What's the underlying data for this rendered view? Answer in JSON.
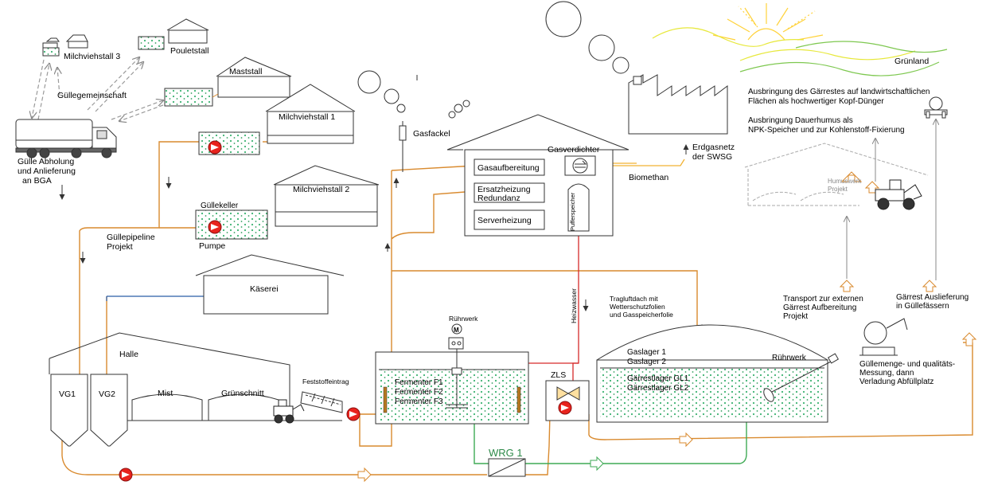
{
  "buildings": {
    "milchviehstall3": "Milchviehstall 3",
    "pouletstall": "Pouletstall",
    "maststall": "Maststall",
    "milchviehstall1": "Milchviehstall 1",
    "milchviehstall2": "Milchviehstall 2",
    "kaeserei": "Käserei",
    "halle": "Halle",
    "guellekeller": "Güllekeller",
    "humuswerk": [
      "Humuswerk",
      "Projekt"
    ]
  },
  "labels": {
    "guellegemeinschaft": "Güllegemeinschaft",
    "guelle_abholung": [
      "Gülle Abholung",
      "und Anlieferung",
      "an BGA"
    ],
    "guellepipeline": [
      "Güllepipeline",
      "Projekt"
    ],
    "pumpe": "Pumpe",
    "gasfackel": "Gasfackel",
    "gasaufbereitung": "Gasaufbereitung",
    "gasverdichter": "Gasverdichter",
    "ersatzheizung": [
      "Ersatzheizung",
      "Redundanz"
    ],
    "serverheizung": "Serverheizung",
    "pufferspeicher": "Pufferspeicher",
    "heizwasser": "Heizwasser",
    "erdgasnetz": [
      "Erdgasnetz",
      "der SWSG"
    ],
    "biomethan": "Biomethan",
    "gruenland": "Grünland",
    "ausbringung_gaerrest": [
      "Ausbringung des Gärrestes auf landwirtschaftlichen",
      "Flächen als hochwertiger Kopf-Dünger"
    ],
    "ausbringung_dauerhumus": [
      "Ausbringung Dauerhumus als",
      "NPK-Speicher und zur Kohlenstoff-Fixierung"
    ],
    "transport": [
      "Transport zur externen",
      "Gärrest Aufbereitung",
      "Projekt"
    ],
    "gaerrest_auslieferung": [
      "Gärrest Auslieferung",
      "in Güllefässern"
    ],
    "guellemenge": [
      "Güllemenge- und qualitäts-",
      "Messung, dann",
      "Verladung Abfüllplatz"
    ],
    "tragluftdach": [
      "Tragluftdach mit",
      "Wetterschutzfolien",
      "und Gasspeicherfolie"
    ],
    "ruehrwerk_fermenter": "Rührwerk",
    "ruehrwerk_lager": "Rührwerk",
    "motor_symbol": "M",
    "fermenter": [
      "Fermenter F1",
      "Fermenter F2",
      "Fermenter F3"
    ],
    "gaslager": [
      "Gaslager 1",
      "Gaslager 2"
    ],
    "gaerrestlager": [
      "Gärrestlager GL1",
      "Gärrestlager GL2"
    ],
    "zls": "ZLS",
    "vg1": "VG1",
    "vg2": "VG2",
    "mist": "Mist",
    "gruenschnitt": "Grünschnitt",
    "feststoffeintrag": "Feststoffeintrag",
    "wrg1": "WRG 1"
  },
  "colors": {
    "slurry_line": "#d98a2e",
    "heating_line": "#d62a2a",
    "green_line": "#3faa55",
    "water_line": "#2a5ea8",
    "gas_line": "#f2b233",
    "pump": "#e8231d",
    "dots": "#3cb371",
    "hill_yellow": "#e7e83a",
    "hill_green": "#7ec850",
    "sun": "#ffd23a"
  },
  "icons": {
    "pump": "pump-icon",
    "truck": "tanker-truck-icon",
    "loader": "wheel-loader-icon",
    "compressor": "compressor-icon",
    "mixer": "mixer-icon",
    "sun": "sun-icon"
  }
}
